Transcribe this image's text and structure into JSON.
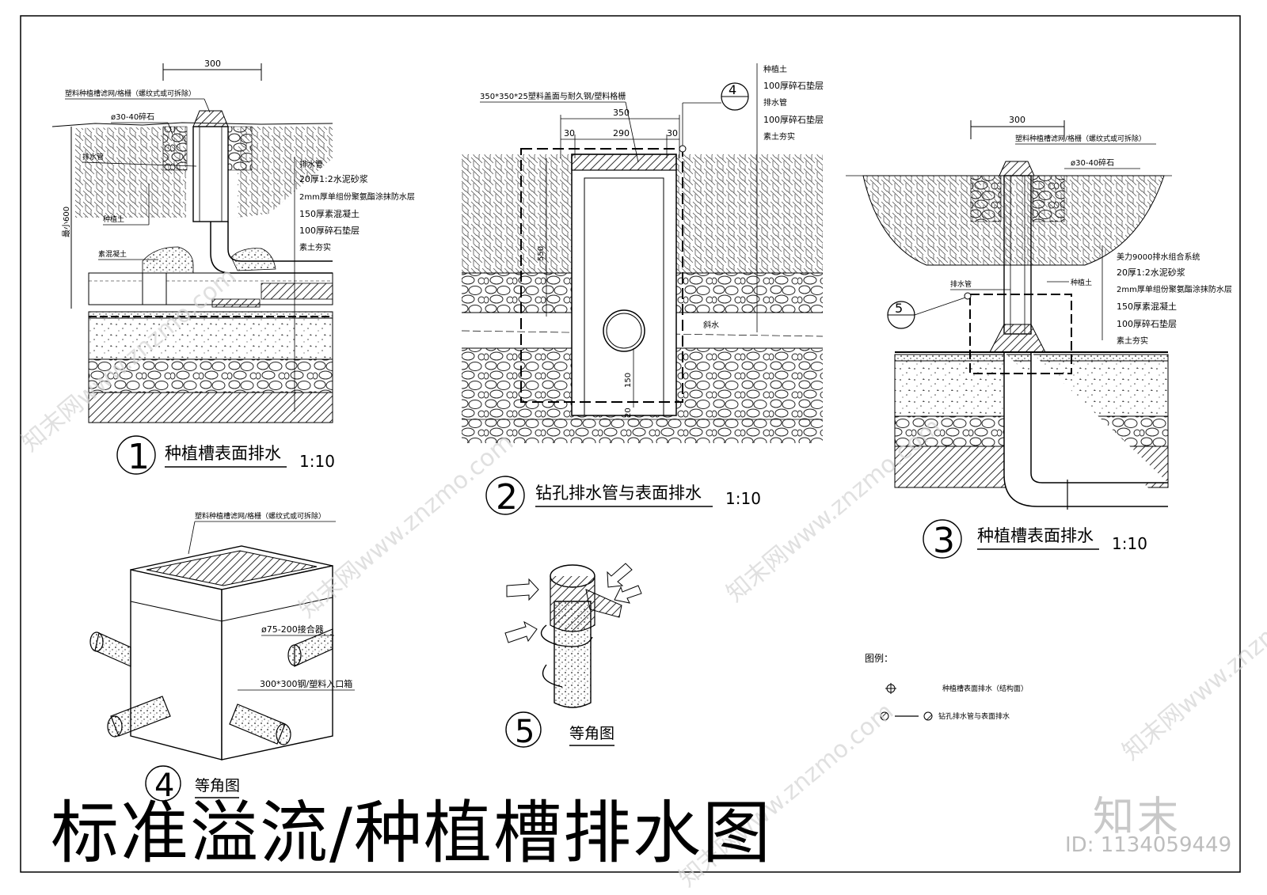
{
  "title": "标准溢流/种植槽排水图",
  "brand": "知末",
  "doc_id": "ID: 1134059449",
  "watermark": "知末网www.znzmo.com",
  "d1": {
    "dim_top": "300",
    "filter_label": "塑料种植槽滤网/格栅（螺纹式或可拆除）",
    "gravel": "ø30-40碎石",
    "pipe_left": "排水管",
    "depth": "最小600",
    "soil": "种植土",
    "concrete_left": "素混凝土",
    "layers": [
      "排水管",
      "20厚1:2水泥砂浆",
      "2mm厚单组份聚氨酯涂抹防水层",
      "150厚素混凝土",
      "100厚碎石垫层",
      "素土夯实"
    ],
    "caption_num": "1",
    "caption": "种植槽表面排水",
    "scale": "1:10"
  },
  "d2": {
    "top_label": "350*350*25塑料盖面与耐久钢/塑料格栅",
    "dims": [
      "350",
      "30",
      "290",
      "30"
    ],
    "v_dim": "550",
    "v_dim2": "150",
    "v_dim3": "20",
    "slope": "斜水",
    "ref_num": "4",
    "layers": [
      "种植土",
      "100厚碎石垫层",
      "排水管",
      "100厚碎石垫层",
      "素土夯实"
    ],
    "caption_num": "2",
    "caption": "钻孔排水管与表面排水",
    "scale": "1:10"
  },
  "d3": {
    "dim_top": "300",
    "filter_label": "塑料种植槽滤网/格栅（螺纹式或可拆除）",
    "gravel": "ø30-40碎石",
    "pipe": "排水管",
    "soil": "种植土",
    "ref_num": "5",
    "layers": [
      "美力9000排水组合系统",
      "20厚1:2水泥砂浆",
      "2mm厚单组份聚氨酯涂抹防水层",
      "150厚素混凝土",
      "100厚碎石垫层",
      "素土夯实"
    ],
    "caption_num": "3",
    "caption": "种植槽表面排水",
    "scale": "1:10"
  },
  "d4": {
    "top_label": "塑料种植槽滤网/格栅（螺纹式或可拆除）",
    "connector": "ø75-200接合器",
    "box": "300*300钢/塑料入口箱",
    "caption_num": "4",
    "caption": "等角图"
  },
  "d5": {
    "caption_num": "5",
    "caption": "等角图"
  },
  "legend": {
    "title": "图例：",
    "items": [
      "种植槽表面排水（结构面）",
      "钻孔排水管与表面排水"
    ]
  }
}
